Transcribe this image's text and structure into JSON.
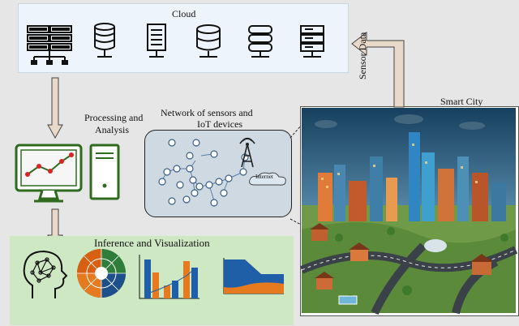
{
  "cloud": {
    "label": "Cloud"
  },
  "processing": {
    "label_line1": "Processing and",
    "label_line2": "Analysis"
  },
  "network": {
    "label_line1": "Network of sensors and",
    "label_line2": "IoT devices",
    "internet_label": "Internet"
  },
  "city": {
    "label": "Smart City"
  },
  "sensor_arrow": {
    "label": "Sensor Data"
  },
  "inference": {
    "label": "Inference and Visualization"
  },
  "colors": {
    "cloud_bg": "#eef4fb",
    "viz_bg": "#cfe8c4",
    "sensor_box_bg": "#cfd9e1",
    "monitor_green": "#2e6b1f",
    "arrow_fill": "#e9d9c8",
    "bar_blue": "#1f5fa8",
    "bar_orange": "#e57a1e"
  },
  "icons": [
    "server-rack-icon",
    "database-icon",
    "server-tower-icon",
    "database-icon",
    "database-icon",
    "server-icon",
    "monitor-icon",
    "desktop-tower-icon",
    "brain-head-icon",
    "sunburst-chart-icon",
    "bar-chart-icon",
    "area-chart-icon",
    "cell-tower-icon",
    "cloud-icon"
  ]
}
